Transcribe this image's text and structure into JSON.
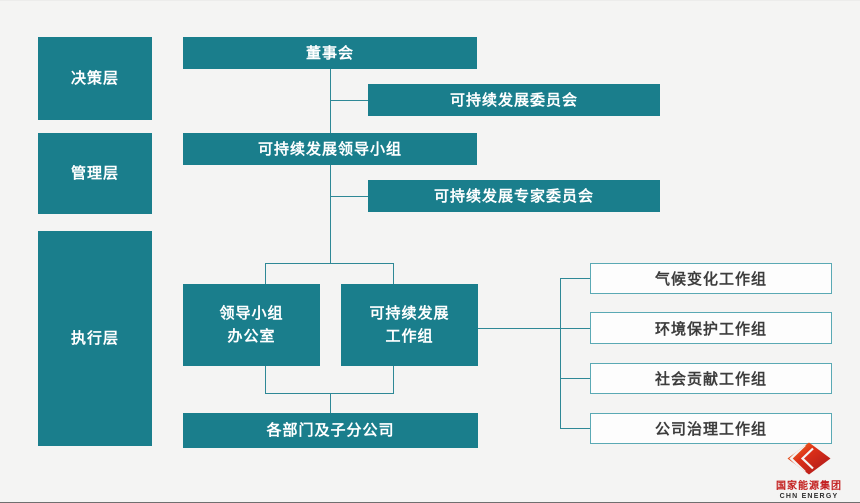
{
  "diagram": {
    "layers": [
      {
        "label": "决策层"
      },
      {
        "label": "管理层"
      },
      {
        "label": "执行层"
      }
    ],
    "nodes": {
      "board": "董事会",
      "sd_committee": "可持续发展委员会",
      "sd_leading_group": "可持续发展领导小组",
      "sd_expert_committee": "可持续发展专家委员会",
      "leading_group_office": {
        "line1": "领导小组",
        "line2": "办公室"
      },
      "sd_working_group": {
        "line1": "可持续发展",
        "line2": "工作组"
      },
      "departments": "各部门及子分公司"
    },
    "work_groups": [
      {
        "label": "气候变化工作组"
      },
      {
        "label": "环境保护工作组"
      },
      {
        "label": "社会贡献工作组"
      },
      {
        "label": "公司治理工作组"
      }
    ]
  },
  "logo": {
    "name_cn": "国家能源集团",
    "name_en": "CHN ENERGY"
  },
  "colors": {
    "background": "#f4f4f3",
    "node_teal": "#1a7e8c",
    "connector_line": "#2e8896",
    "work_group_border": "#5aa9b4",
    "work_group_bg": "#fdfdfd",
    "work_group_text": "#3d3d3d",
    "logo_red": "#c3201f"
  }
}
